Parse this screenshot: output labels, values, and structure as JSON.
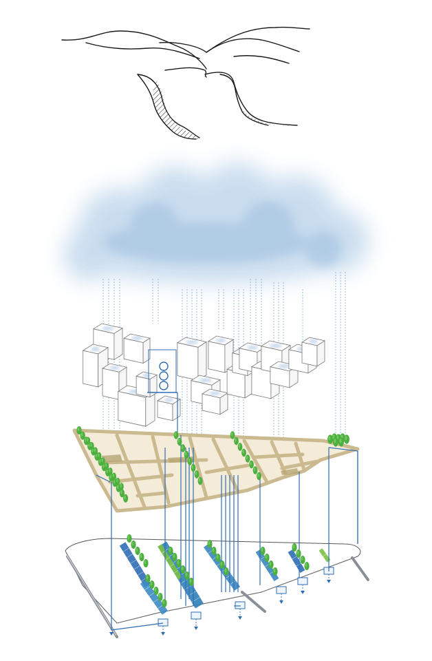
{
  "diagram": {
    "colors": {
      "ink": "#1a1a1a",
      "cloud": "#a9c7e2",
      "rain": "#5b8fc9",
      "water": "#2f6db5",
      "tan": "#cbb98f",
      "tree": "#4caf3f",
      "tree_dark": "#2e7d32",
      "bioswale": "#7ac143",
      "grey": "#8a8f96"
    },
    "layers": [
      "landscape-sketch",
      "rain-cloud",
      "building-roofs",
      "street-grid",
      "underground-drainage"
    ]
  }
}
